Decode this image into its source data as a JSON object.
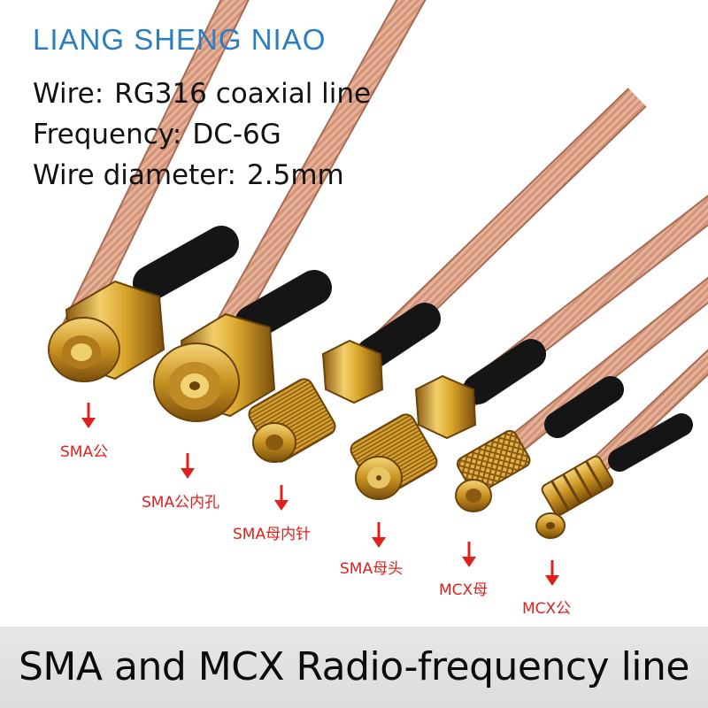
{
  "brand": "LIANG SHENG NIAO",
  "specs": [
    {
      "label": "Wire:",
      "value": "RG316 coaxial line"
    },
    {
      "label": "Frequency:",
      "value": "DC-6G"
    },
    {
      "label": "Wire diameter:",
      "value": "2.5mm"
    }
  ],
  "connectors": [
    "SMA公",
    "SMA公内孔",
    "SMA母内针",
    "SMA母头",
    "MCX母",
    "MCX公"
  ],
  "banner": "SMA and MCX Radio-frequency line",
  "colors": {
    "brand": "#2a7ec4",
    "label_red": "#e0201a",
    "cable": "#cf8f74",
    "gold": "#d9a52b",
    "banner_bg": "#e2e2e2"
  }
}
